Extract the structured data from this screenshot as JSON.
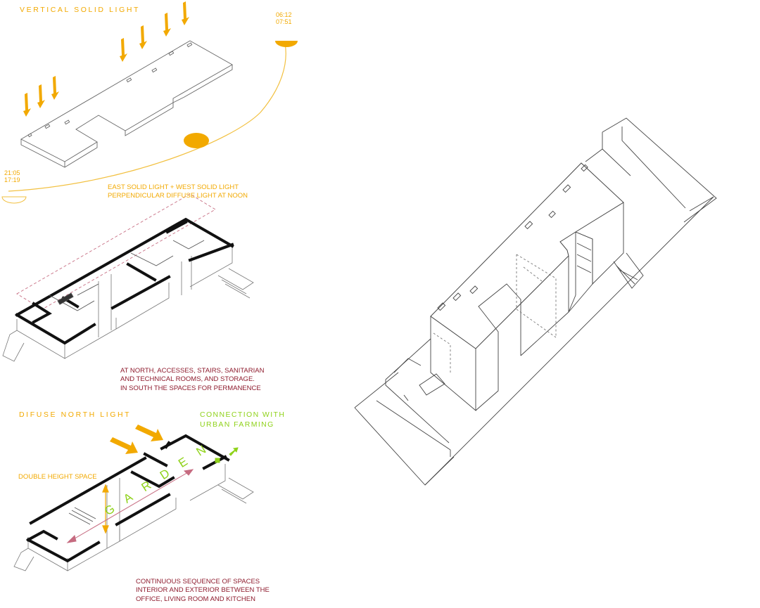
{
  "top_panel": {
    "title": "VERTICAL SOLID LIGHT",
    "sunrise_time_1": "06:12",
    "sunrise_time_2": "07:51",
    "sunset_time_1": "21:05",
    "sunset_time_2": "17:19",
    "note_line_1": "EAST SOLID LIGHT + WEST SOLID LIGHT",
    "note_line_2": "PERPENDICULAR DIFFUSE LIGHT AT NOON"
  },
  "middle_panel": {
    "note_line_1": "AT NORTH, ACCESSES, STAIRS, SANITARIAN",
    "note_line_2": "AND TECHNICAL ROOMS, AND STORAGE.",
    "note_line_3": "IN SOUTH THE SPACES FOR PERMANENCE"
  },
  "bottom_panel": {
    "title_left": "DIFUSE NORTH LIGHT",
    "title_right_line_1": "CONNECTION WITH",
    "title_right_line_2": "URBAN FARMING",
    "double_height_label": "DOUBLE HEIGHT SPACE",
    "garden_label": "GARDEN",
    "note_line_1": "CONTINUOUS SEQUENCE OF SPACES",
    "note_line_2": "INTERIOR AND EXTERIOR BETWEEN THE",
    "note_line_3": "OFFICE, LIVING ROOM AND KITCHEN"
  },
  "colors": {
    "sun_yellow": "#f2a900",
    "dark_red": "#8e1b2d",
    "garden_green": "#8fd21a",
    "line_gray": "#555555",
    "wall_black": "#111111"
  },
  "icons": [
    "sun-disc-icon",
    "light-arrow-icon",
    "exit-arrow-icon"
  ]
}
